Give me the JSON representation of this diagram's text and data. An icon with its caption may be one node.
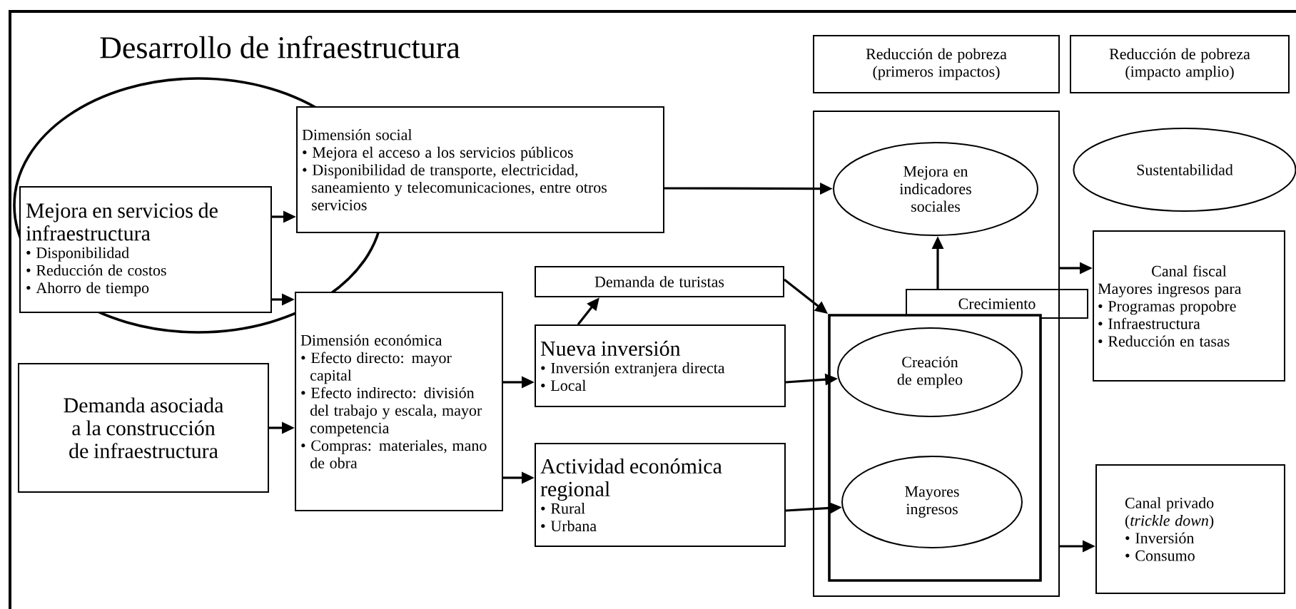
{
  "diagram": {
    "title": "Desarrollo de infraestructura",
    "nodes": [
      {
        "text": [
          "Mejora en servicios de infraestructura",
          "• Disponibilidad",
          "• Reducción de costos",
          "• Ahorro de tiempo"
        ]
      },
      {
        "text": [
          "Dimensión social",
          "• Mejora el acceso a los servicios públicos",
          "• Disponibilidad de transporte, electricidad, saneamiento y telecomunicaciones, entre otros servicios"
        ]
      },
      {
        "text": [
          "Reducción de pobreza (primeros impactos)"
        ]
      },
      {
        "text": [
          "Reducción de pobreza (impacto amplio)"
        ]
      },
      {
        "text": [],
        "shape": "box"
      },
      {
        "text": [
          "Mejora en indicadores sociales"
        ],
        "in": 4
      },
      {
        "text": [
          "Sustentabilidad"
        ]
      },
      {
        "text": [
          "Demanda de turistas"
        ]
      },
      {
        "text": [
          "Crecimiento"
        ]
      },
      {
        "text": [],
        "shape": "box",
        "in": 4
      },
      {
        "text": [
          "Canal fiscal",
          "Mayores ingresos para",
          "• Programas propobre",
          "• Infraestructura",
          "• Reducción en tasas"
        ]
      },
      {
        "text": [
          "Dimensión económica",
          "• Efecto directo: mayor capital",
          "• Efecto indirecto: división del trabajo y escala, mayor competencia",
          "• Compras: materiales, mano de obra"
        ]
      },
      {
        "text": [
          "Nueva inversión",
          "• Inversión extranjera directa",
          "• Local"
        ]
      },
      {
        "text": [
          "Creación de empleo"
        ],
        "in": 9
      },
      {
        "text": [
          "Demanda asociada a la construcción de infraestructura"
        ]
      },
      {
        "text": [
          "Actividad económica regional",
          "• Rural",
          "• Urbana"
        ]
      },
      {
        "text": [
          "Mayores ingresos"
        ],
        "in": 9
      },
      {
        "text": [
          "Canal privado (*trickle down*)",
          "• Inversión",
          "• Consumo"
        ]
      }
    ],
    "edges": [
      {
        "from": 0,
        "to": 1,
        "arrow": "to"
      },
      {
        "from": 0,
        "to": 11,
        "arrow": "to"
      },
      {
        "from": 14,
        "to": 11,
        "arrow": "to"
      },
      {
        "from": 1,
        "to": 5,
        "arrow": "to"
      },
      {
        "from": 11,
        "to": 12,
        "arrow": "to"
      },
      {
        "from": 11,
        "to": 15,
        "arrow": "to"
      },
      {
        "from": 12,
        "to": 7,
        "arrow": "to"
      },
      {
        "from": 7,
        "to": 9,
        "arrow": "to"
      },
      {
        "from": 8,
        "to": 5,
        "arrow": "to"
      },
      {
        "from": 12,
        "to": 13,
        "arrow": "to"
      },
      {
        "from": 15,
        "to": 16,
        "arrow": "to"
      },
      {
        "from": 4,
        "to": 10,
        "arrow": "to"
      },
      {
        "from": 4,
        "to": 17,
        "arrow": "to"
      }
    ]
  }
}
